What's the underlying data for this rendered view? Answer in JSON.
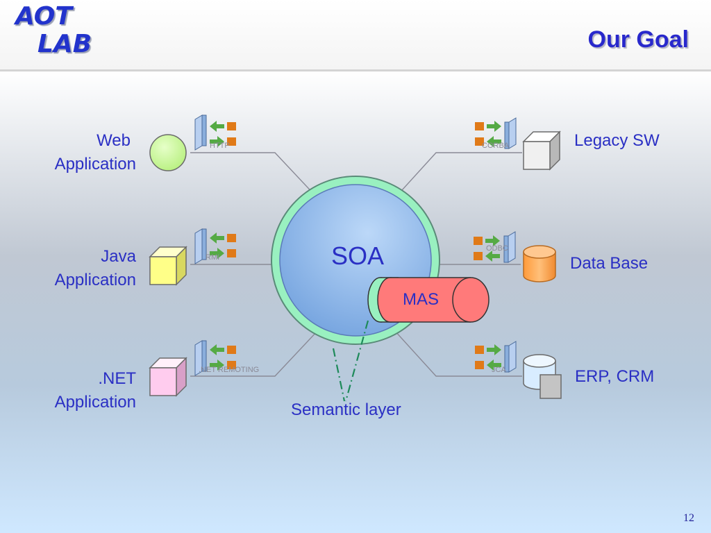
{
  "header": {
    "logo": {
      "line1": "AOT",
      "line2": "LAB"
    },
    "title": "Our Goal"
  },
  "diagram": {
    "center": "SOA",
    "agent_layer": "MAS",
    "semantic_layer_label": "Semantic layer",
    "clients": [
      {
        "line1": "Web",
        "line2": "Application",
        "icon": "sphere-icon",
        "color": "#ccff99"
      },
      {
        "line1": "Java",
        "line2": "Application",
        "icon": "cube-icon",
        "color": "#ffff88"
      },
      {
        "line1": ".NET",
        "line2": "Application",
        "icon": "cube-icon",
        "color": "#ffccee"
      }
    ],
    "backends": [
      {
        "label": "Legacy SW",
        "icon": "cube-icon",
        "color": "#f0f0f0"
      },
      {
        "label": "Data Base",
        "icon": "database-icon",
        "color": "#ffaa55"
      },
      {
        "label": "ERP, CRM",
        "icon": "server-icon",
        "color": "#d8ecff"
      }
    ],
    "connectors": [
      {
        "protocol": "HTTP"
      },
      {
        "protocol": "RMI"
      },
      {
        "protocol": ".NET REMOTING"
      },
      {
        "protocol": "CORBA"
      },
      {
        "protocol": "ODBC"
      },
      {
        "protocol": "JCA"
      }
    ]
  },
  "footer": {
    "page_number": "12"
  },
  "colors": {
    "text": "#2a2fc4",
    "soa_fill": "#8ab4e8",
    "soa_ring": "#99f0c0",
    "mas_fill": "#ff7a7a",
    "arrow": "#55aa44",
    "port": "#e07a18",
    "connector_bar": "#8aaedc"
  }
}
